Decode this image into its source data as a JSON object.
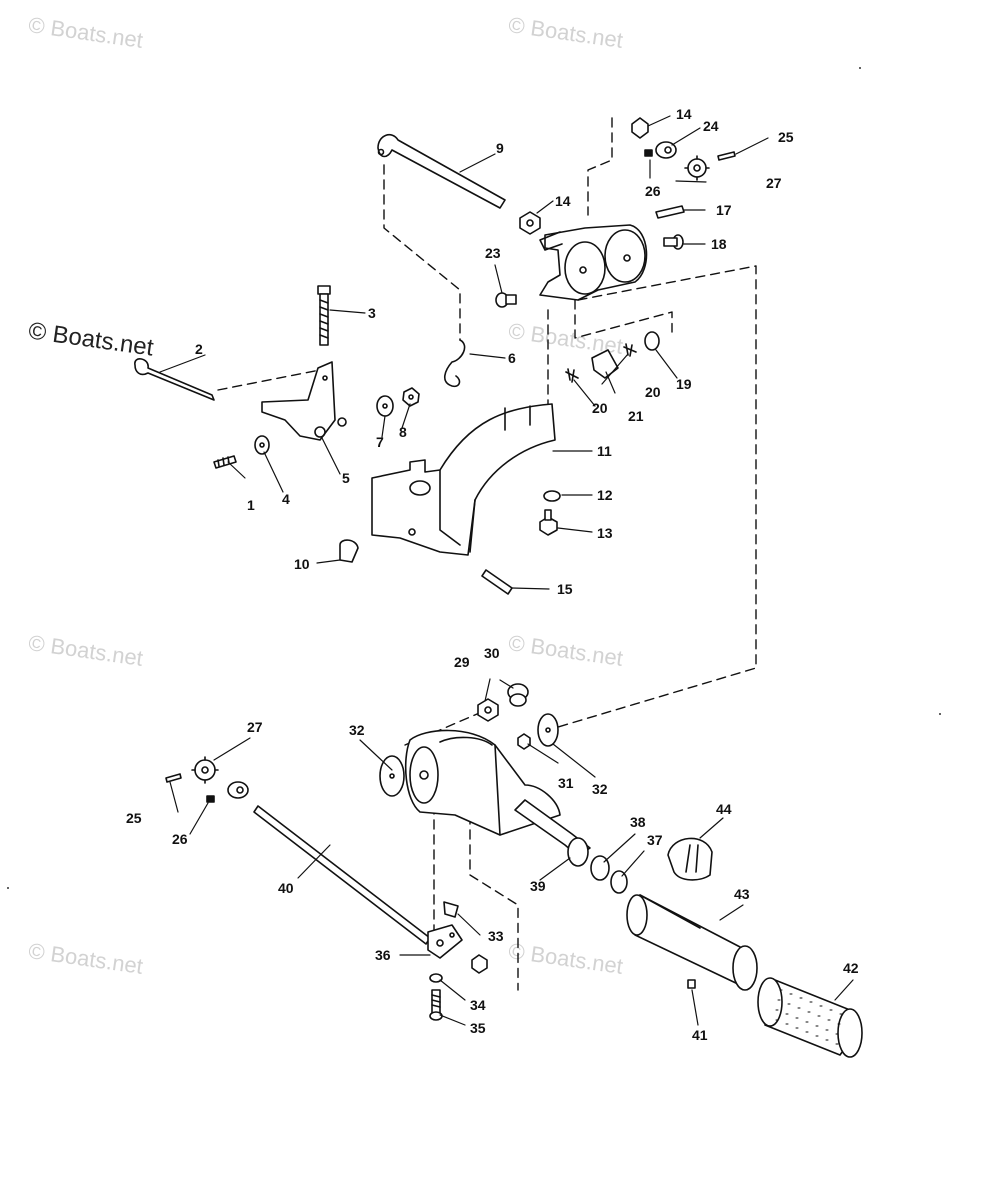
{
  "watermarks": {
    "w1": "© Boats.net",
    "w2": "© Boats.net",
    "w3": "© Boats.net",
    "w4": "© Boats.net",
    "w5": "© Boats.net",
    "w6": "© Boats.net",
    "w7": "© Boats.net",
    "w8": "© Boats.net"
  },
  "callouts": [
    {
      "id": "c1",
      "label": "1"
    },
    {
      "id": "c2",
      "label": "2"
    },
    {
      "id": "c3",
      "label": "3"
    },
    {
      "id": "c4",
      "label": "4"
    },
    {
      "id": "c5",
      "label": "5"
    },
    {
      "id": "c6",
      "label": "6"
    },
    {
      "id": "c7",
      "label": "7"
    },
    {
      "id": "c8",
      "label": "8"
    },
    {
      "id": "c9",
      "label": "9"
    },
    {
      "id": "c10",
      "label": "10"
    },
    {
      "id": "c11",
      "label": "11"
    },
    {
      "id": "c12",
      "label": "12"
    },
    {
      "id": "c13",
      "label": "13"
    },
    {
      "id": "c14a",
      "label": "14"
    },
    {
      "id": "c14b",
      "label": "14"
    },
    {
      "id": "c15",
      "label": "15"
    },
    {
      "id": "c17",
      "label": "17"
    },
    {
      "id": "c18",
      "label": "18"
    },
    {
      "id": "c19",
      "label": "19"
    },
    {
      "id": "c20a",
      "label": "20"
    },
    {
      "id": "c20b",
      "label": "20"
    },
    {
      "id": "c21",
      "label": "21"
    },
    {
      "id": "c23",
      "label": "23"
    },
    {
      "id": "c24",
      "label": "24"
    },
    {
      "id": "c25a",
      "label": "25"
    },
    {
      "id": "c25b",
      "label": "25"
    },
    {
      "id": "c26a",
      "label": "26"
    },
    {
      "id": "c26b",
      "label": "26"
    },
    {
      "id": "c27a",
      "label": "27"
    },
    {
      "id": "c27b",
      "label": "27"
    },
    {
      "id": "c29",
      "label": "29"
    },
    {
      "id": "c30",
      "label": "30"
    },
    {
      "id": "c31",
      "label": "31"
    },
    {
      "id": "c32a",
      "label": "32"
    },
    {
      "id": "c32b",
      "label": "32"
    },
    {
      "id": "c33",
      "label": "33"
    },
    {
      "id": "c34",
      "label": "34"
    },
    {
      "id": "c35",
      "label": "35"
    },
    {
      "id": "c36",
      "label": "36"
    },
    {
      "id": "c37",
      "label": "37"
    },
    {
      "id": "c38",
      "label": "38"
    },
    {
      "id": "c39",
      "label": "39"
    },
    {
      "id": "c40",
      "label": "40"
    },
    {
      "id": "c41",
      "label": "41"
    },
    {
      "id": "c42",
      "label": "42"
    },
    {
      "id": "c43",
      "label": "43"
    },
    {
      "id": "c44",
      "label": "44"
    }
  ]
}
